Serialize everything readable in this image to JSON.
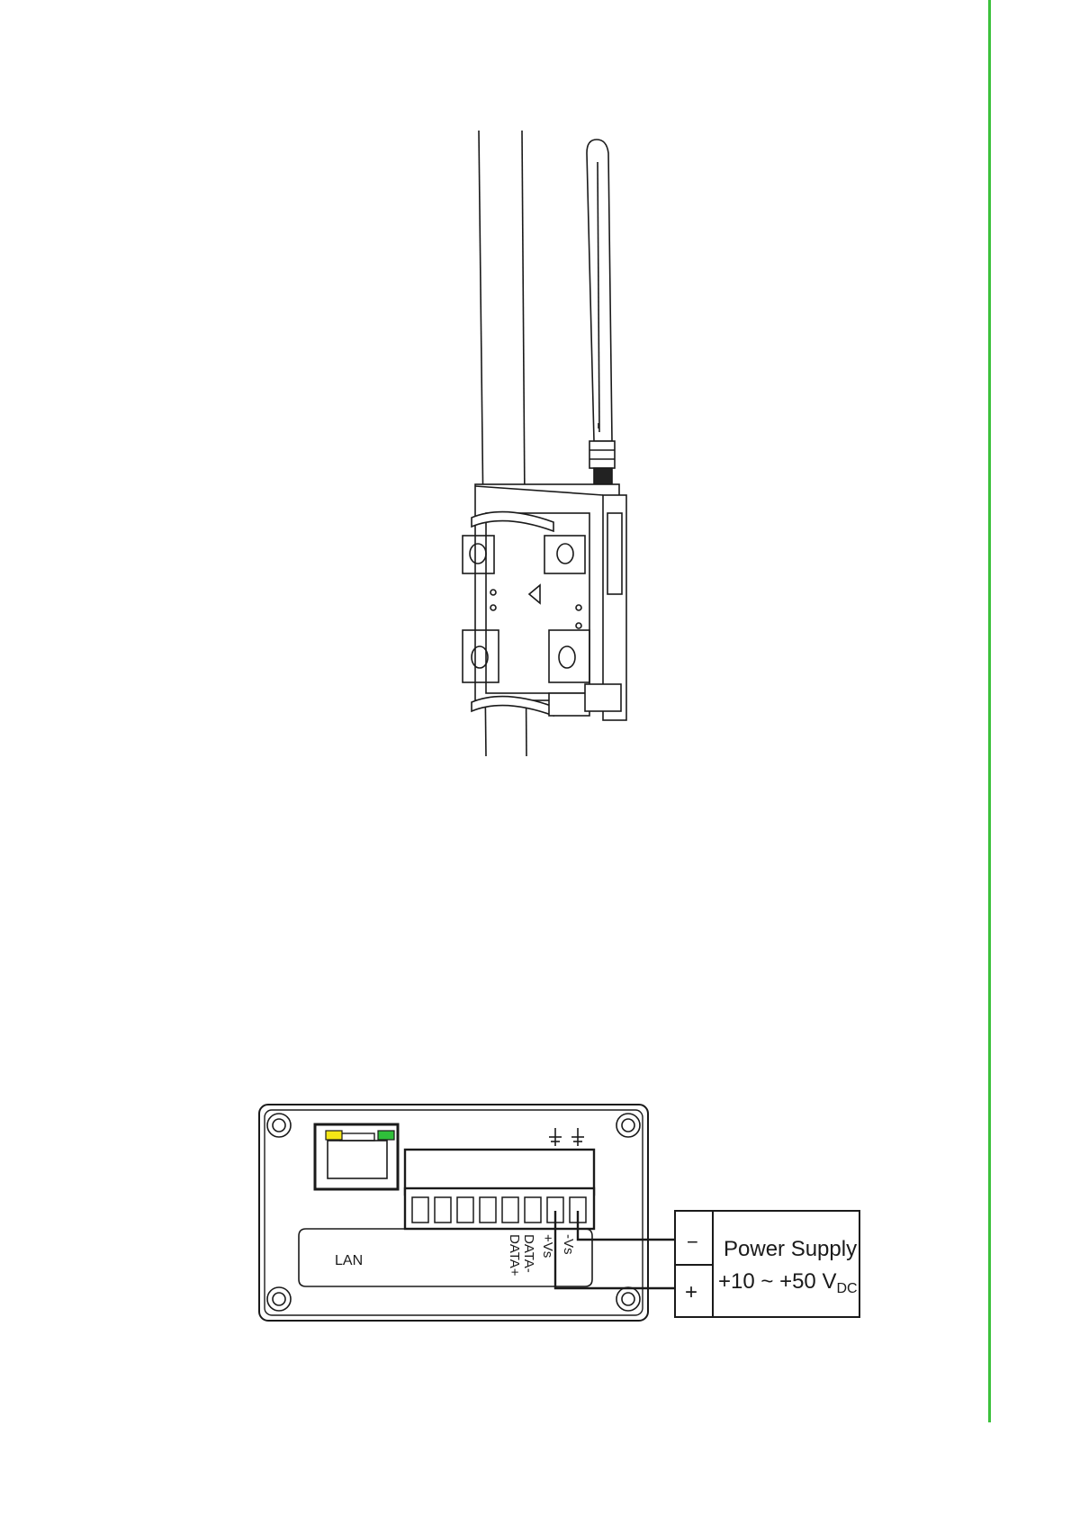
{
  "page": {
    "accent_color": "#3cc13c"
  },
  "wiring": {
    "lan_label": "LAN",
    "terminals": [
      "DATA+",
      "DATA-",
      "+Vs",
      "-Vs"
    ],
    "ground_symbols": [
      "ground-symbol",
      "ground-symbol"
    ],
    "minus_sign": "−",
    "plus_sign": "+",
    "supply_title": "Power Supply",
    "supply_range": "+10 ~ +50 V",
    "supply_subscript": "DC",
    "led_left_color": "#f5e616",
    "led_right_color": "#2fbf3a"
  }
}
